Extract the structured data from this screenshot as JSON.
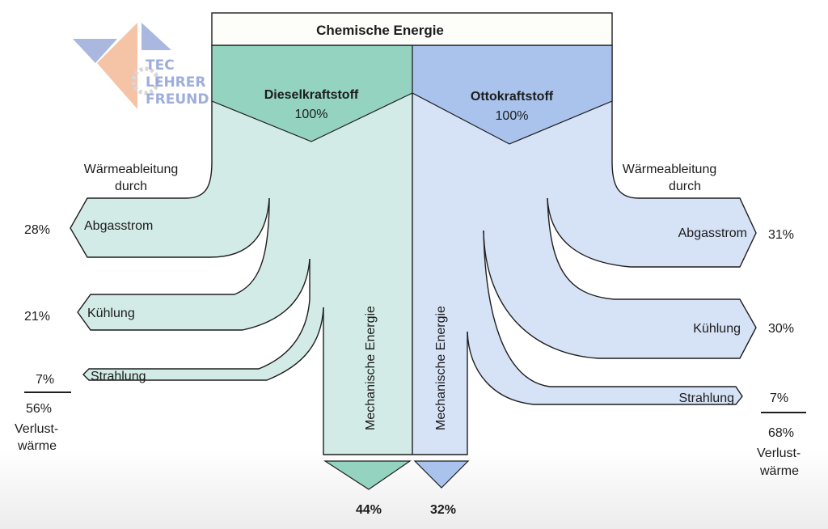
{
  "logo": {
    "lines": [
      "TEC",
      "LEHRER",
      "FREUND"
    ]
  },
  "header": {
    "title": "Chemische Energie"
  },
  "colors": {
    "diesel_dark": "#93d3c0",
    "diesel_light": "#d3ebe6",
    "otto_dark": "#a9c3ec",
    "otto_light": "#d6e2f6",
    "stroke": "#1e1e1e"
  },
  "diesel": {
    "fuel_label": "Dieselkraftstoff",
    "fuel_percent": "100%",
    "heading_line1": "Wärmeableitung",
    "heading_line2": "durch",
    "losses": [
      {
        "label": "Abgasstrom",
        "percent": "28%",
        "value": 28
      },
      {
        "label": "Kühlung",
        "percent": "21%",
        "value": 21
      },
      {
        "label": "Strahlung",
        "percent": "7%",
        "value": 7
      }
    ],
    "total_percent": "56%",
    "total_label_line1": "Verlust-",
    "total_label_line2": "wärme",
    "mechanical_label": "Mechanische Energie",
    "mechanical_percent": "44%",
    "mechanical_value": 44
  },
  "otto": {
    "fuel_label": "Ottokraftstoff",
    "fuel_percent": "100%",
    "heading_line1": "Wärmeableitung",
    "heading_line2": "durch",
    "losses": [
      {
        "label": "Abgasstrom",
        "percent": "31%",
        "value": 31
      },
      {
        "label": "Kühlung",
        "percent": "30%",
        "value": 30
      },
      {
        "label": "Strahlung",
        "percent": "7%",
        "value": 7
      }
    ],
    "total_percent": "68%",
    "total_label_line1": "Verlust-",
    "total_label_line2": "wärme",
    "mechanical_label": "Mechanische Energie",
    "mechanical_percent": "32%",
    "mechanical_value": 32
  }
}
